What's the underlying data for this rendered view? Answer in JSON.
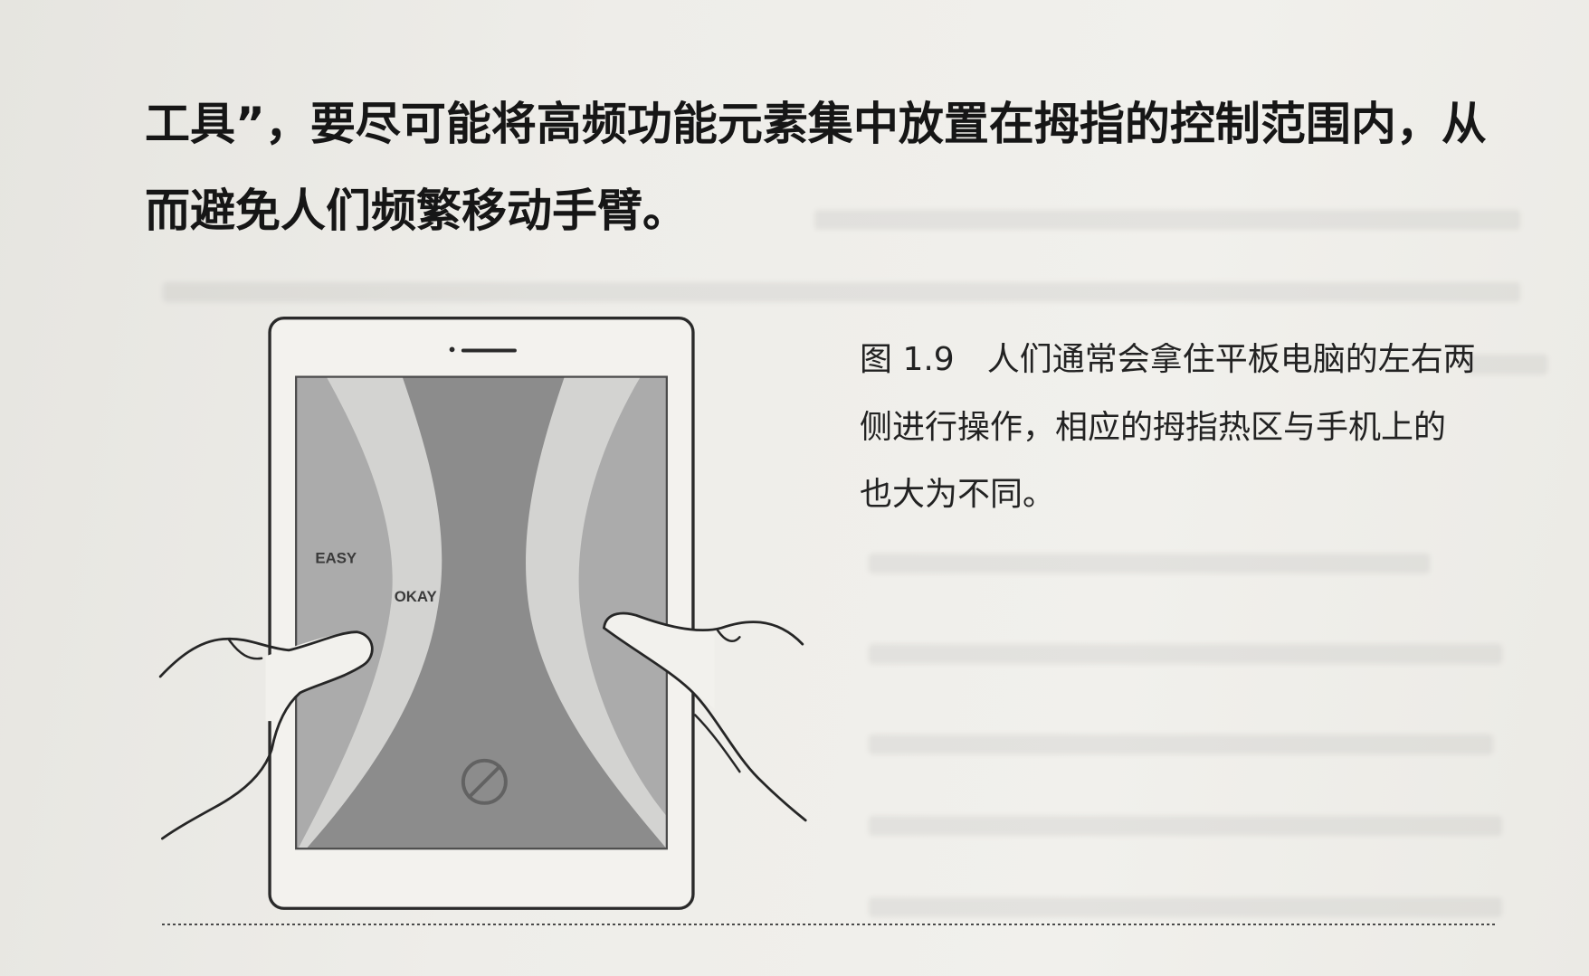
{
  "body_text": {
    "lines": [
      "工具”，要尽可能将高频功能元素集中放置在拇指的控制范围内，从",
      "而避免人们频繁移动手臂。"
    ]
  },
  "figure": {
    "zone_labels": {
      "easy": "EASY",
      "okay": "OKAY"
    },
    "zone_colors": {
      "easy": "#ababab",
      "okay": "#d3d3d1",
      "center": "#8c8c8c"
    },
    "center_icon": "prohibited-icon",
    "caption": {
      "label": "图 1.9",
      "lines": [
        "人们通常会拿住平板电脑的左右两",
        "侧进行操作，相应的拇指热区与手机上的",
        "也大为不同。"
      ]
    }
  }
}
